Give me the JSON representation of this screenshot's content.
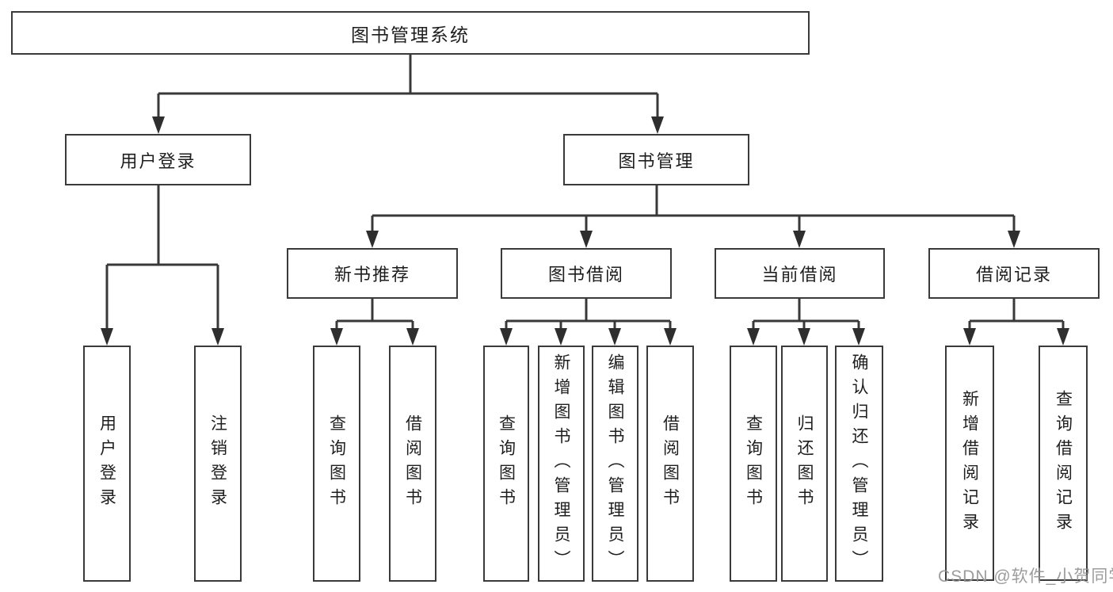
{
  "tree": {
    "root": "图书管理系统",
    "branches": [
      {
        "label": "用户登录",
        "leaves": [
          "用户登录",
          "注销登录"
        ]
      },
      {
        "label": "图书管理",
        "sections": [
          {
            "label": "新书推荐",
            "leaves": [
              "查询图书",
              "借阅图书"
            ]
          },
          {
            "label": "图书借阅",
            "leaves": [
              "查询图书",
              "新增图书（管理员）",
              "编辑图书（管理员）",
              "借阅图书"
            ]
          },
          {
            "label": "当前借阅",
            "leaves": [
              "查询图书",
              "归还图书",
              "确认归还（管理员）"
            ]
          },
          {
            "label": "借阅记录",
            "leaves": [
              "新增借阅记录",
              "查询借阅记录"
            ]
          }
        ]
      }
    ]
  },
  "watermark": "CSDN @软件_小贺同学",
  "colors": {
    "line": "#383838",
    "arrow": "#2e2e2e",
    "border": "#3a3a3a",
    "text": "#1e1e1e",
    "watermark_text": "#949494",
    "background": "#ffffff"
  }
}
